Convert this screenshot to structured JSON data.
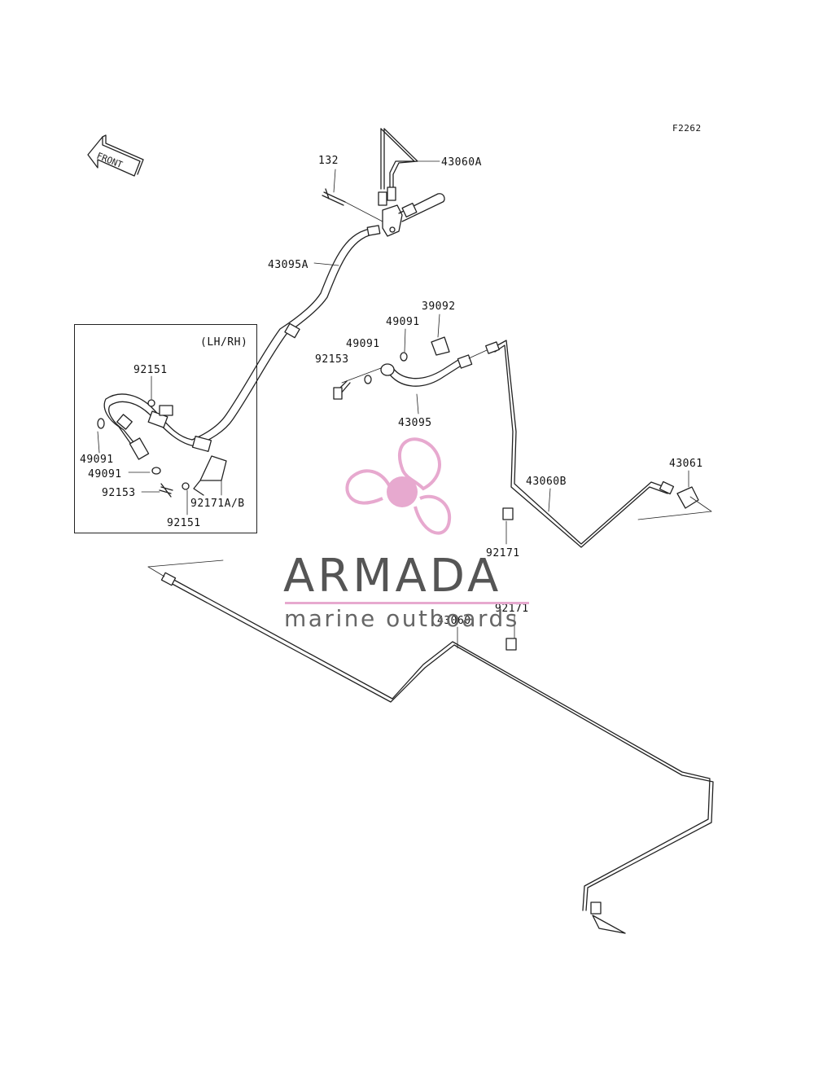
{
  "diagram_code": "F2262",
  "front_arrow_label": "FRONT",
  "inset_label": "(LH/RH)",
  "parts": {
    "p132": "132",
    "p43060A": "43060A",
    "p43095A": "43095A",
    "p39092": "39092",
    "p49091_a": "49091",
    "p49091_b": "49091",
    "p92153_a": "92153",
    "p43095": "43095",
    "p43061": "43061",
    "p43060B": "43060B",
    "p92171_a": "92171",
    "p92171_b": "92171",
    "p43060": "43060",
    "p92151_a": "92151",
    "p49091_c": "49091",
    "p49091_d": "49091",
    "p92153_b": "92153",
    "p92171AB": "92171A/B",
    "p92151_b": "92151"
  },
  "watermark": {
    "brand": "ARMADA",
    "tagline": "marine outboards",
    "colors": {
      "logo": "#e7a9cf",
      "text": "#555555"
    }
  }
}
